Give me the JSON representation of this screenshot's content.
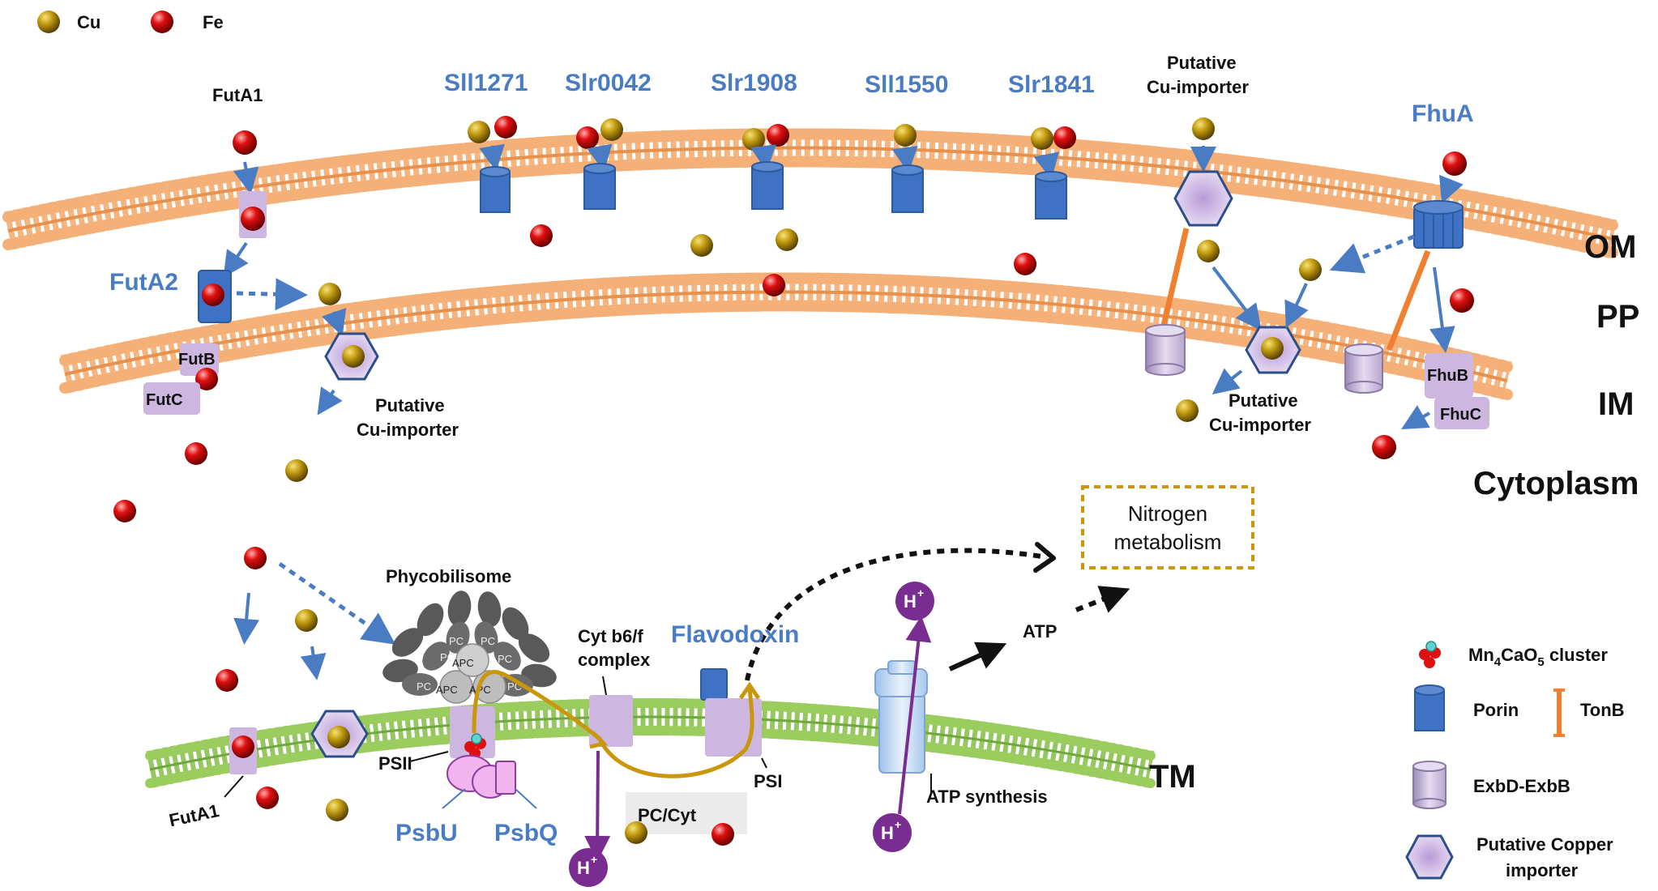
{
  "legend_top": {
    "cu": "Cu",
    "fe": "Fe"
  },
  "compartments": {
    "om": "OM",
    "pp": "PP",
    "im": "IM",
    "cytoplasm": "Cytoplasm",
    "tm": "TM"
  },
  "porins": [
    "Sll1271",
    "Slr0042",
    "Slr1908",
    "Sll1550",
    "Slr1841"
  ],
  "labels": {
    "futa1_top": "FutA1",
    "futa2": "FutA2",
    "futb": "FutB",
    "futc": "FutC",
    "putative_cu_importer_om_l1": "Putative",
    "putative_cu_importer_om_l2": "Cu-importer",
    "putative_cu_importer_left_l1": "Putative",
    "putative_cu_importer_left_l2": "Cu-importer",
    "putative_cu_importer_right_l1": "Putative",
    "putative_cu_importer_right_l2": "Cu-importer",
    "fhua": "FhuA",
    "fhub": "FhuB",
    "fhuc": "FhuC",
    "nitrogen_l1": "Nitrogen",
    "nitrogen_l2": "metabolism",
    "phycobilisome": "Phycobilisome",
    "cytb6f_l1": "Cyt b6/f",
    "cytb6f_l2": "complex",
    "flavodoxin": "Flavodoxin",
    "atp": "ATP",
    "psii": "PSII",
    "psi": "PSI",
    "psbu": "PsbU",
    "psbq": "PsbQ",
    "pc_cyt": "PC/Cyt",
    "futa1_bottom": "FutA1",
    "atp_synthesis": "ATP synthesis",
    "h_plus": "H",
    "h_sup": "+",
    "pc": "PC",
    "apc": "APC"
  },
  "legend_bottom": {
    "mn_cluster_prefix": "Mn",
    "mn_sub1": "4",
    "mn_mid": "CaO",
    "mn_sub2": "5",
    "mn_suffix": " cluster",
    "porin": "Porin",
    "tonb": "TonB",
    "exbd_exbb": "ExbD-ExbB",
    "pci_l1": "Putative Copper",
    "pci_l2": "importer"
  },
  "colors": {
    "membrane_orange": "#f2a86b",
    "membrane_green": "#8cc152",
    "porin_blue": "#3f72c4",
    "label_blue": "#4a7cc4",
    "purple_box": "#cdb7e0",
    "h_purple": "#7a2d91",
    "pc_gold": "#c9960c",
    "tonb_orange": "#f08030"
  }
}
